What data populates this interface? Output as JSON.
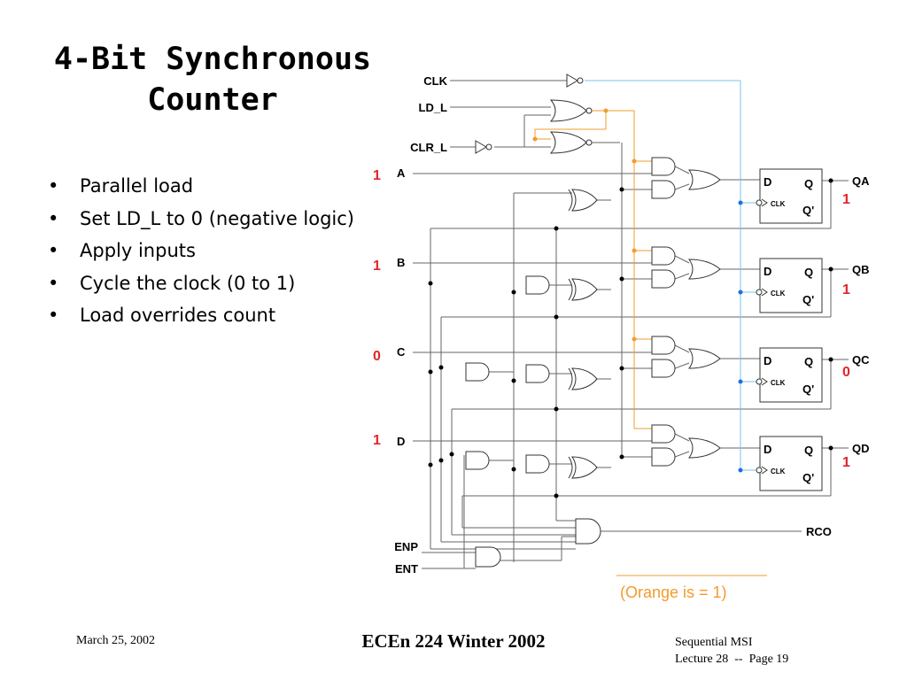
{
  "slide": {
    "title_line1": "4-Bit Synchronous",
    "title_line2": "Counter",
    "bullet_glyph": "•",
    "bullets": [
      "Parallel load",
      "Set LD_L to 0 (negative logic)",
      "Apply inputs",
      "Cycle the clock (0 to 1)",
      "Load overrides count"
    ]
  },
  "diagram": {
    "signals": {
      "clk": "CLK",
      "ld": "LD_L",
      "clr": "CLR_L",
      "a": "A",
      "b": "B",
      "c": "C",
      "d": "D",
      "enp": "ENP",
      "ent": "ENT",
      "rco": "RCO"
    },
    "inputs": {
      "a": "1",
      "b": "1",
      "c": "0",
      "d": "1"
    },
    "outputs": {
      "qa": {
        "name": "QA",
        "value": "1"
      },
      "qb": {
        "name": "QB",
        "value": "1"
      },
      "qc": {
        "name": "QC",
        "value": "0"
      },
      "qd": {
        "name": "QD",
        "value": "1"
      }
    },
    "flipflop": {
      "d": "D",
      "q": "Q",
      "qbar": "Q'",
      "clk": "CLK"
    },
    "legend": "(Orange is = 1)",
    "colors": {
      "wire": "#666666",
      "orange": "#f39b2e",
      "clock": "#7ec0e8",
      "clock_dot": "#1e6fe0",
      "value_red": "#e0262a"
    }
  },
  "footer": {
    "date": "March 25, 2002",
    "course": "ECEn 224 Winter 2002",
    "topic_line1": "Sequential MSI",
    "topic_line2": "Lecture 28  --  Page 19"
  }
}
